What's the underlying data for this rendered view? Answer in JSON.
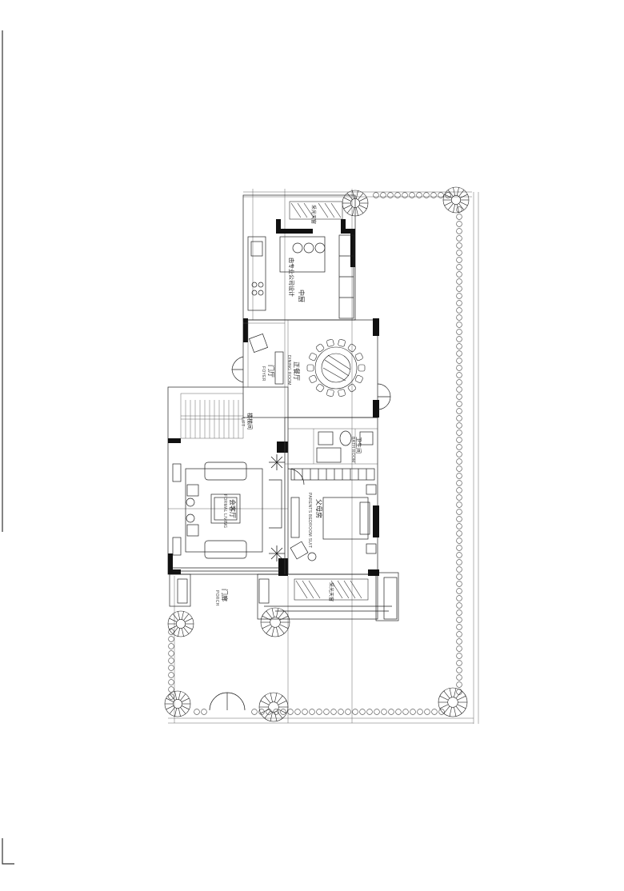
{
  "rooms": [
    {
      "id": "kitchen",
      "zh": "中厨",
      "en": ""
    },
    {
      "id": "kitchen_note",
      "zh": "由专业公司设计",
      "en": ""
    },
    {
      "id": "dining",
      "zh": "正餐厅",
      "en": "DINING ROOM"
    },
    {
      "id": "foyer",
      "zh": "门厅",
      "en": "FOYER"
    },
    {
      "id": "stair",
      "zh": "楼梯间",
      "en": "LIFT"
    },
    {
      "id": "living",
      "zh": "会客厅",
      "en": "FORMAL LIVING"
    },
    {
      "id": "bath",
      "zh": "卫生间",
      "en": "BATH ROOM"
    },
    {
      "id": "bedroom",
      "zh": "父母房",
      "en": "PARENTS BEDROOM SUIT"
    },
    {
      "id": "porch",
      "zh": "门廊",
      "en": "PORCH"
    },
    {
      "id": "well_top",
      "zh": "采光天窗",
      "en": ""
    },
    {
      "id": "well_bottom",
      "zh": "采光天窗",
      "en": ""
    }
  ]
}
